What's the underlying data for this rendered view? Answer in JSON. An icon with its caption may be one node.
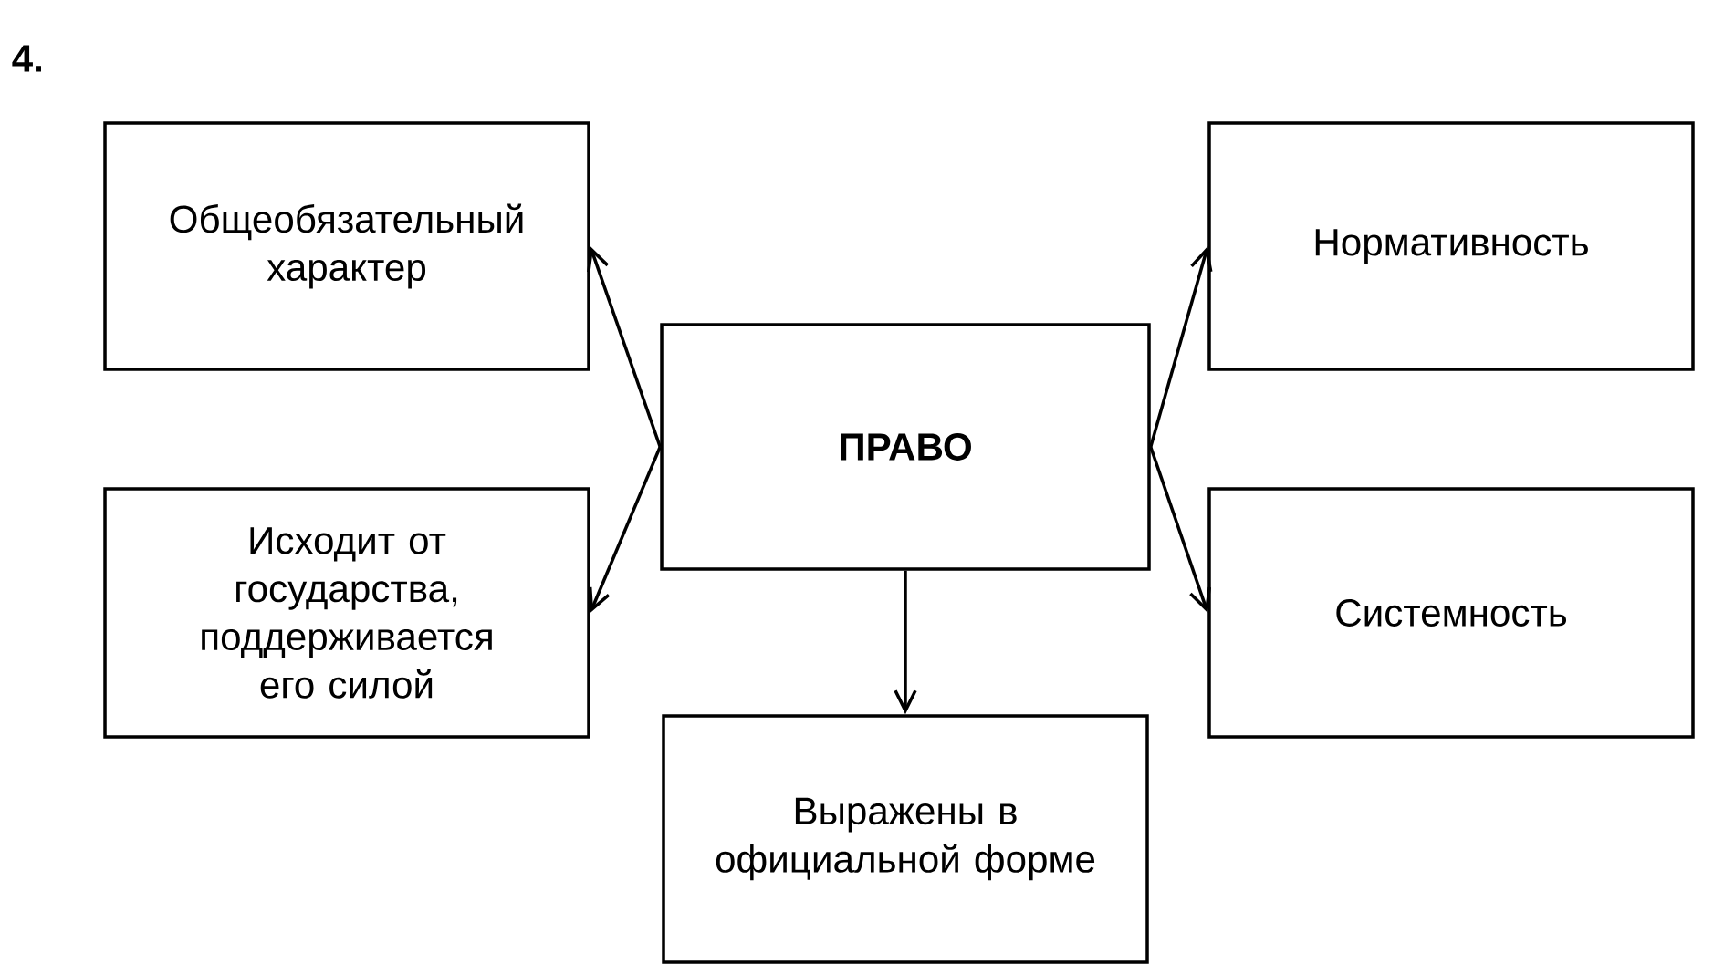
{
  "diagram": {
    "nodes": [
      {
        "text": [
          "ПРАВО"
        ]
      },
      {
        "text": [
          "Общеобязательный характер"
        ]
      },
      {
        "text": [
          "Нормативность"
        ]
      },
      {
        "text": [
          "Исходит от государства, поддерживается его силой"
        ]
      },
      {
        "text": [
          "Системность"
        ]
      },
      {
        "text": [
          "Выражены в официальной форме"
        ]
      }
    ],
    "edges": [
      {
        "from": 0,
        "to": 1,
        "arrow": "to"
      },
      {
        "from": 0,
        "to": 2,
        "arrow": "to"
      },
      {
        "from": 0,
        "to": 3,
        "arrow": "to"
      },
      {
        "from": 0,
        "to": 4,
        "arrow": "to"
      },
      {
        "from": 0,
        "to": 5,
        "arrow": "to"
      }
    ],
    "labels": [
      "4."
    ]
  }
}
